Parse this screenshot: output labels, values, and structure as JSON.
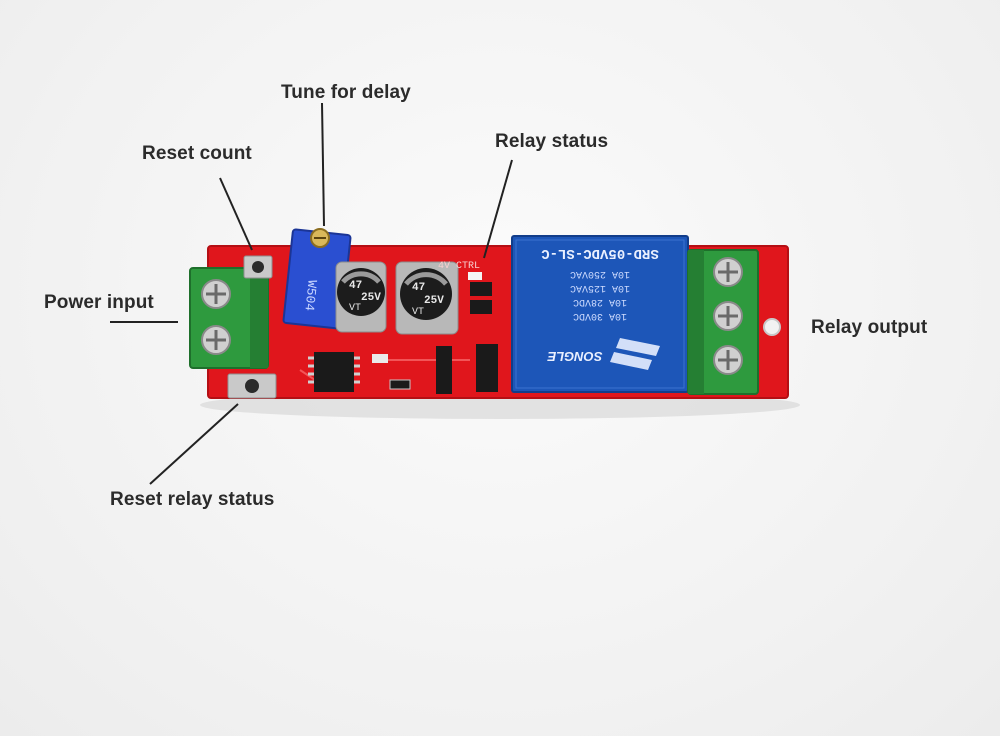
{
  "labels": {
    "tune_for_delay": "Tune for delay",
    "reset_count": "Reset count",
    "relay_status": "Relay status",
    "power_input": "Power input",
    "relay_output": "Relay output",
    "reset_relay_status": "Reset relay status"
  },
  "board": {
    "relay_model": "SRD-05VDC-SL-C",
    "relay_brand": "SONGLE",
    "relay_rating_1": "10A 30VDC",
    "relay_rating_2": "10A 28VDC",
    "relay_rating_3": "10A 125VAC",
    "relay_rating_4": "10A 250VAC",
    "pot_marking": "W504",
    "cap_1_value": "47",
    "cap_1_voltage": "25V",
    "cap_1_series": "VT",
    "cap_2_value": "47",
    "cap_2_voltage": "25V",
    "cap_2_series": "VT",
    "silk_label": "4V CTRL"
  },
  "colors": {
    "pcb_red": "#e0161c",
    "terminal_green": "#2e9a3e",
    "relay_blue": "#1d56b8",
    "pot_blue": "#2a4fd1",
    "label_text": "#2b2b2b"
  }
}
